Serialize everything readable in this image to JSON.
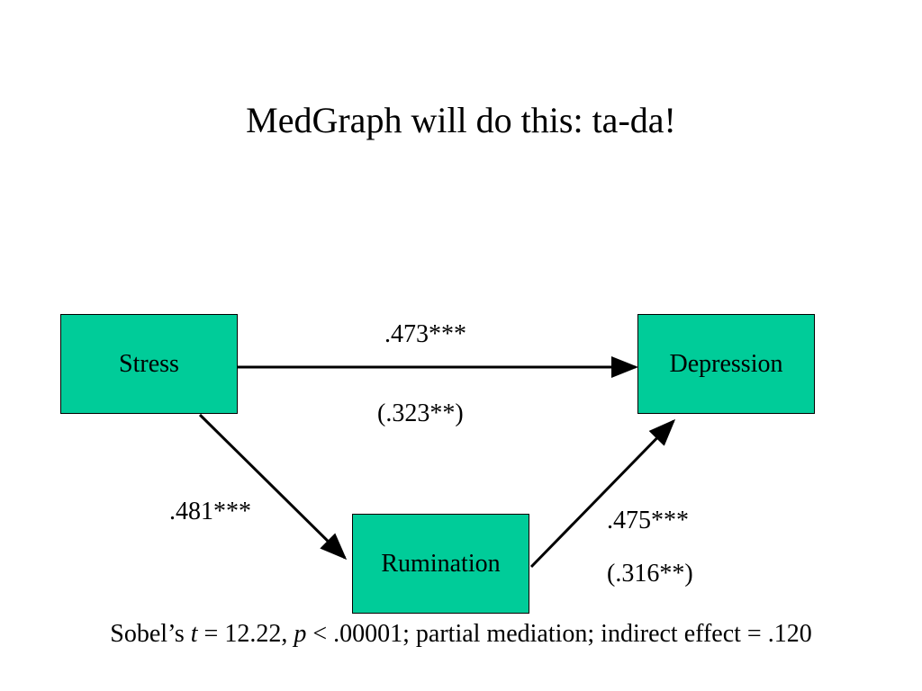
{
  "title": "MedGraph will do this: ta-da!",
  "colors": {
    "box_fill": "#00CC99",
    "line": "#000000",
    "background": "#ffffff"
  },
  "nodes": {
    "stress": "Stress",
    "depression": "Depression",
    "rumination": "Rumination"
  },
  "paths": {
    "stress_to_depression": ".473***",
    "stress_to_depression_controlled": "(.323**)",
    "stress_to_rumination": ".481***",
    "rumination_to_depression": ".475***",
    "rumination_to_depression_controlled": "(.316**)"
  },
  "footnote": {
    "part1": "Sobel’s ",
    "t_symbol": "t",
    "part2": " = 12.22, ",
    "p_symbol": "p",
    "part3": " < .00001; partial mediation; indirect effect = .120"
  }
}
